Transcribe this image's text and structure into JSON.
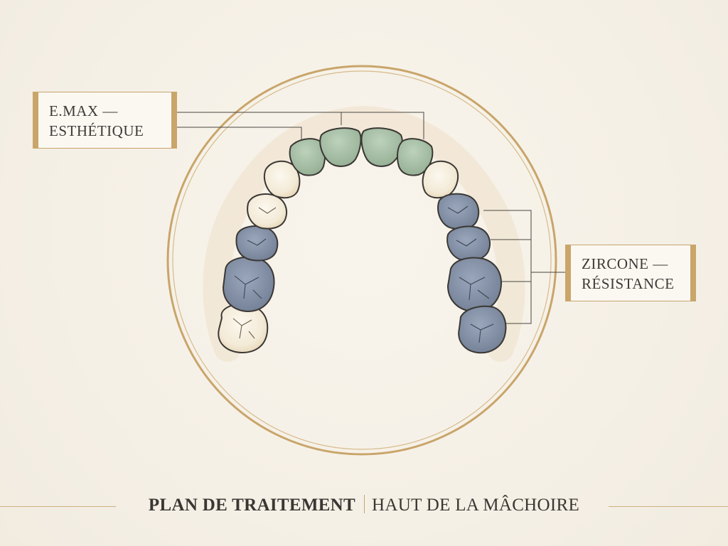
{
  "labels": {
    "emax": {
      "line1": "E.MAX —",
      "line2": "ESTHÉTIQUE"
    },
    "zircone": {
      "line1": "ZIRCONE —",
      "line2": "RÉSISTANCE"
    }
  },
  "footer": {
    "title_bold": "PLAN DE TRAITEMENT",
    "title_rest": "HAUT DE LA MÂCHOIRE"
  },
  "colors": {
    "background": "#f6f1e8",
    "gold": "#c9a56a",
    "emax_green": "#a9c3a8",
    "zircone_blue": "#8896ac",
    "natural_tooth": "#f7f1e2",
    "outline": "#3b3834"
  },
  "teeth": [
    {
      "id": "right-molar-2",
      "material": "natural"
    },
    {
      "id": "right-molar-1",
      "material": "zircone"
    },
    {
      "id": "right-premolar-2",
      "material": "zircone"
    },
    {
      "id": "right-premolar-1",
      "material": "natural"
    },
    {
      "id": "right-canine",
      "material": "natural"
    },
    {
      "id": "right-lateral-incisor",
      "material": "emax"
    },
    {
      "id": "right-central-incisor",
      "material": "emax"
    },
    {
      "id": "left-central-incisor",
      "material": "emax"
    },
    {
      "id": "left-lateral-incisor",
      "material": "emax"
    },
    {
      "id": "left-canine",
      "material": "natural"
    },
    {
      "id": "left-premolar-1",
      "material": "zircone"
    },
    {
      "id": "left-premolar-2",
      "material": "zircone"
    },
    {
      "id": "left-molar-1",
      "material": "zircone"
    },
    {
      "id": "left-molar-2",
      "material": "zircone"
    }
  ]
}
